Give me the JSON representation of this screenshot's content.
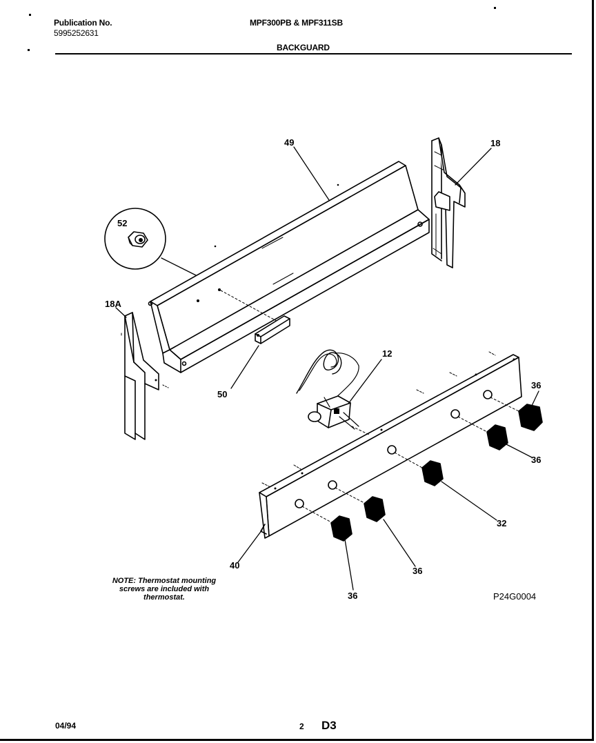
{
  "header": {
    "publication_label": "Publication No.",
    "publication_number": "5995252631",
    "models": "MPF300PB & MPF311SB",
    "section": "BACKGUARD"
  },
  "callouts": {
    "c49": "49",
    "c18": "18",
    "c52": "52",
    "c18a": "18A",
    "c50": "50",
    "c12": "12",
    "c36a": "36",
    "c36b": "36",
    "c32": "32",
    "c40": "40",
    "c36c": "36",
    "c36d": "36"
  },
  "figure_code": "P24G0004",
  "note": {
    "line1": "NOTE: Thermostat mounting",
    "line2": "screws are included with",
    "line3": "thermostat."
  },
  "footer": {
    "date": "04/94",
    "page_number": "2",
    "page_code": "D3"
  }
}
